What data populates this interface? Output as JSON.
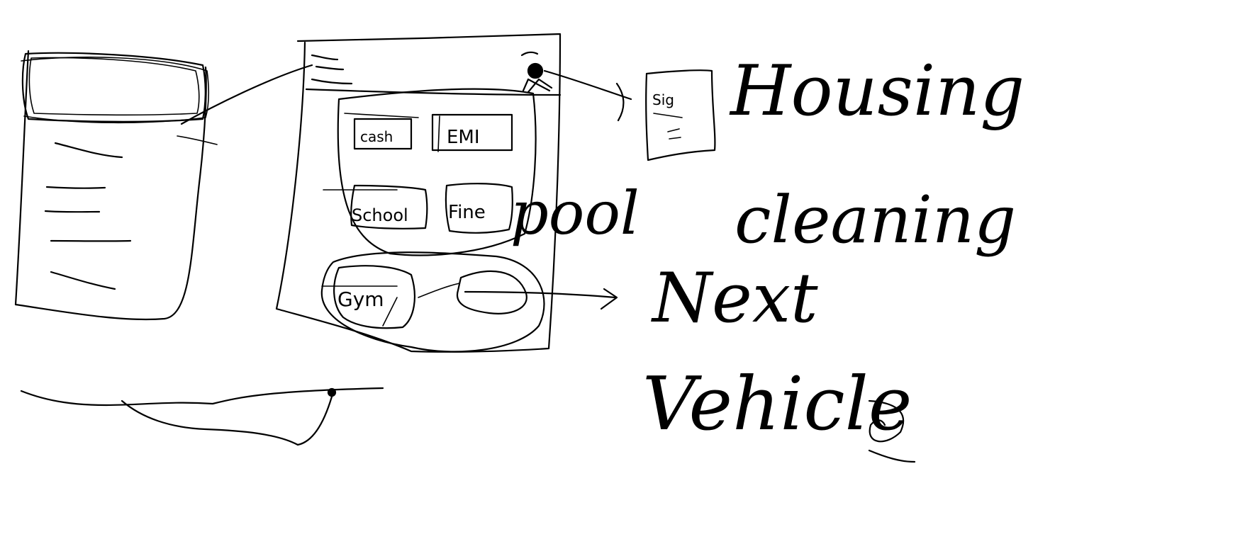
{
  "sketch": {
    "ink_color": "#000000",
    "background_color": "#ffffff",
    "labels": {
      "housing": "Housing",
      "cleaning": "cleaning",
      "pool": "pool",
      "next": "Next",
      "vehicle": "Vehicle"
    },
    "tiles": {
      "tile_1": "cash",
      "tile_2": "EMI",
      "tile_3": "School",
      "tile_4": "Fine",
      "tile_5": "Gym"
    },
    "side_card": {
      "label": "Sig"
    }
  }
}
